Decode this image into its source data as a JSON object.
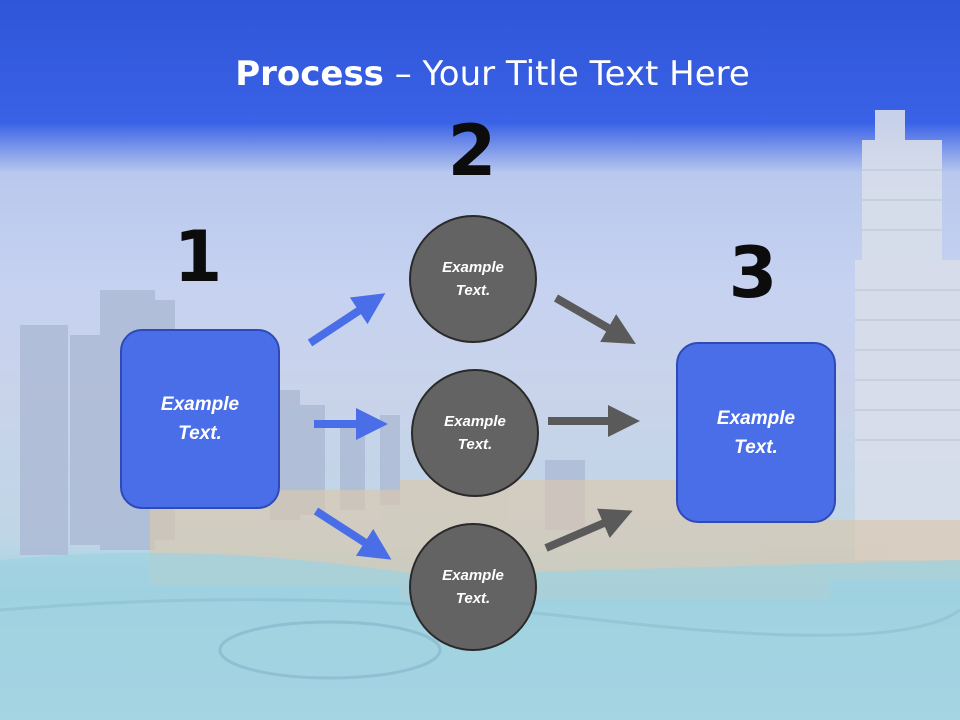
{
  "title": {
    "bold": "Process",
    "rest": " – Your Title Text Here"
  },
  "steps": {
    "one": "1",
    "two": "2",
    "three": "3"
  },
  "boxes": {
    "left": "Example Text.",
    "right": "Example Text."
  },
  "circles": {
    "top": "Example Text.",
    "middle": "Example Text.",
    "bottom": "Example Text."
  },
  "colors": {
    "header": "#2f55d8",
    "box": "#4a6ee8",
    "circle": "#636363",
    "blue_arrow": "#4a6ee8",
    "gray_arrow": "#5a5a5a"
  }
}
